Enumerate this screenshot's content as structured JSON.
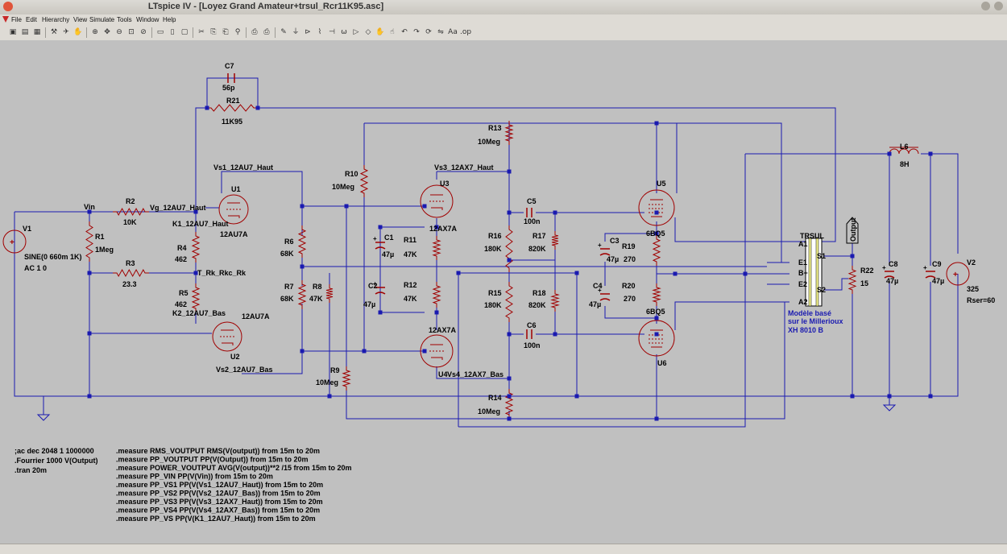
{
  "window": {
    "title": "LTspice IV - [Loyez Grand Amateur+trsul_Rcr11K95.asc]",
    "controls": [
      "close",
      "minimize",
      "maximize"
    ]
  },
  "menu": [
    "File",
    "Edit",
    "Hierarchy",
    "View",
    "Simulate",
    "Tools",
    "Window",
    "Help"
  ],
  "toolbar_icons": [
    "new-schematic",
    "open",
    "save",
    "control-panel",
    "run",
    "halt",
    "zoom-in",
    "pan",
    "zoom-out",
    "zoom-fit",
    "cancel-zoom",
    "tile-horizontal",
    "tile-vertical",
    "close-window",
    "cut",
    "copy",
    "paste",
    "find",
    "print-setup",
    "print",
    "wire",
    "ground",
    "label-net",
    "resistor",
    "capacitor",
    "inductor",
    "diode",
    "component",
    "move",
    "drag",
    "undo",
    "redo",
    "rotate",
    "mirror",
    "text",
    "spice-directive"
  ],
  "schematic": {
    "parts": {
      "V1": {
        "name": "V1",
        "value": "SINE(0 660m 1K)",
        "ac": "AC 1 0"
      },
      "V2": {
        "name": "V2",
        "value": "325",
        "extra": "Rser=60"
      },
      "R1": {
        "name": "R1",
        "value": "1Meg"
      },
      "R2": {
        "name": "R2",
        "value": "10K"
      },
      "R3": {
        "name": "R3",
        "value": "23.3"
      },
      "R4": {
        "name": "R4",
        "value": "462"
      },
      "R5": {
        "name": "R5",
        "value": "462"
      },
      "R6": {
        "name": "R6",
        "value": "68K"
      },
      "R7": {
        "name": "R7",
        "value": "68K"
      },
      "R8": {
        "name": "R8",
        "value": "47K"
      },
      "R9": {
        "name": "R9",
        "value": "10Meg"
      },
      "R10": {
        "name": "R10",
        "value": "10Meg"
      },
      "R11": {
        "name": "R11",
        "value": "47K"
      },
      "R12": {
        "name": "R12",
        "value": "47K"
      },
      "R13": {
        "name": "R13",
        "value": "10Meg"
      },
      "R14": {
        "name": "R14",
        "value": "10Meg"
      },
      "R15": {
        "name": "R15",
        "value": "180K"
      },
      "R16": {
        "name": "R16",
        "value": "180K"
      },
      "R17": {
        "name": "R17",
        "value": "820K"
      },
      "R18": {
        "name": "R18",
        "value": "820K"
      },
      "R19": {
        "name": "R19",
        "value": "270"
      },
      "R20": {
        "name": "R20",
        "value": "270"
      },
      "R21": {
        "name": "R21",
        "value": "11K95"
      },
      "R22": {
        "name": "R22",
        "value": "15"
      },
      "C1": {
        "name": "C1",
        "value": "47µ"
      },
      "C2": {
        "name": "C2",
        "value": "47µ"
      },
      "C3": {
        "name": "C3",
        "value": "47µ"
      },
      "C4": {
        "name": "C4",
        "value": "47µ"
      },
      "C5": {
        "name": "C5",
        "value": "100n"
      },
      "C6": {
        "name": "C6",
        "value": "100n"
      },
      "C7": {
        "name": "C7",
        "value": "56p"
      },
      "C8": {
        "name": "C8",
        "value": "47µ"
      },
      "C9": {
        "name": "C9",
        "value": "47µ"
      },
      "L6": {
        "name": "L6",
        "value": "8H"
      },
      "U1": {
        "name": "U1",
        "value": "12AU7A"
      },
      "U2": {
        "name": "U2",
        "value": "12AU7A"
      },
      "U3": {
        "name": "U3",
        "value": "12AX7A"
      },
      "U4": {
        "name": "U4",
        "value": "12AX7A"
      },
      "U5": {
        "name": "U5",
        "value": "6BQ5"
      },
      "U6": {
        "name": "U6",
        "value": "6BQ5"
      },
      "TRSUL": {
        "name": "TRSUL",
        "pins": [
          "A1",
          "E1",
          "B+",
          "E2",
          "A2",
          "S1",
          "S2"
        ],
        "note": [
          "Modèle basé",
          "sur le Millerioux",
          "XH 8010 B"
        ]
      }
    },
    "nets": {
      "vin": "Vin",
      "vg": "Vg_12AU7_Haut",
      "k1": "K1_12AU7_Haut",
      "trk": "T_Rk_Rkc_Rk",
      "k2": "K2_12AU7_Bas",
      "vs1": "Vs1_12AU7_Haut",
      "vs2": "Vs2_12AU7_Bas",
      "vs3": "Vs3_12AX7_Haut",
      "vs4": "Vs4_12AX7_Bas",
      "output": "Output"
    },
    "directives_left": [
      ";ac dec 2048 1 1000000",
      ".Fourrier 1000 V(Output)",
      ".tran 20m"
    ],
    "directives_right": [
      ".measure RMS_VOUTPUT RMS(V(output)) from 15m to 20m",
      ".measure PP_VOUTPUT PP(V(Output)) from 15m to 20m",
      ".measure POWER_VOUTPUT AVG(V(output))**2 /15 from 15m to 20m",
      ".measure PP_VIN PP(V(Vin)) from 15m to 20m",
      ".measure PP_VS1 PP(V(Vs1_12AU7_Haut)) from 15m to 20m",
      ".measure PP_VS2 PP(V(Vs2_12AU7_Bas)) from 15m to 20m",
      ".measure PP_VS3 PP(V(Vs3_12AX7_Haut)) from 15m to 20m",
      ".measure PP_VS4 PP(V(Vs4_12AX7_Bas)) from 15m to 20m",
      ".measure PP_VS PP(V(K1_12AU7_Haut)) from 15m to 20m"
    ]
  },
  "colors": {
    "wire": "#1a1ab0",
    "component": "#a00000",
    "label": "#000000",
    "note": "#1a1ab0",
    "canvas": "#c0c0c0"
  }
}
